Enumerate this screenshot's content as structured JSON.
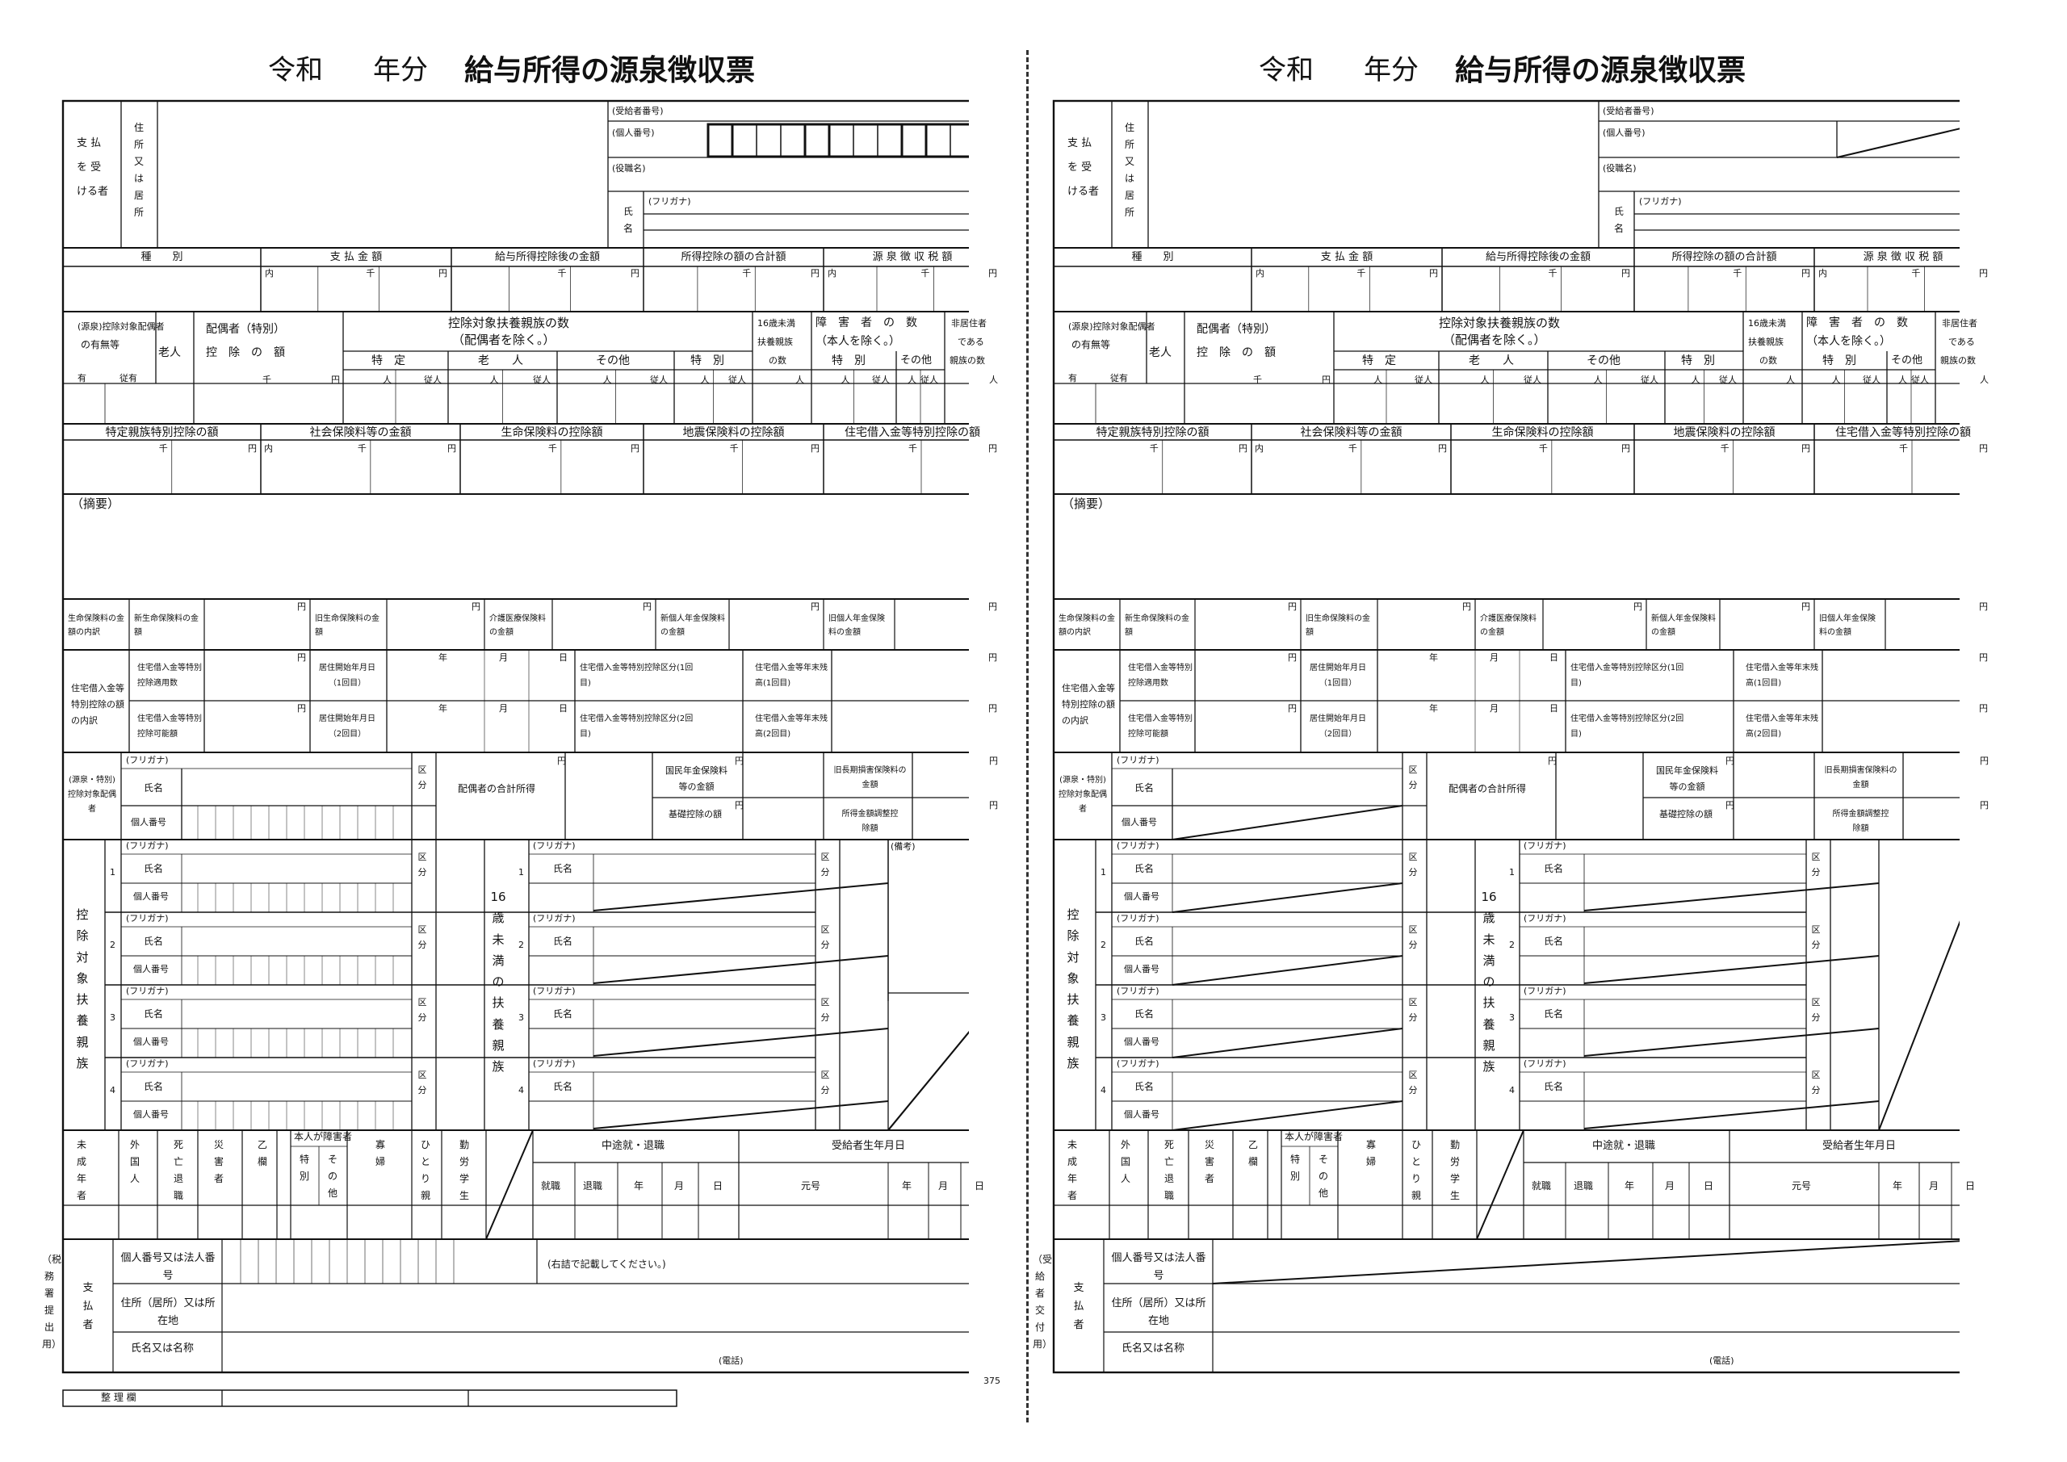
{
  "slips": [
    {
      "title_era": "令和",
      "title_year": "年分",
      "title_main": "給与所得の源泉徴収票",
      "side_label": "（税務署提出用）",
      "page_number": "375",
      "seiri": "整 理 欄"
    },
    {
      "title_era": "令和",
      "title_year": "年分",
      "title_main": "給与所得の源泉徴収票",
      "side_label": "（受給者交付用）",
      "page_number": "",
      "seiri": ""
    }
  ],
  "labels": {
    "recipient": "支 払\nを 受\nける者",
    "address": "住所又は居所",
    "jukyusha_no": "(受給者番号)",
    "kojin_no": "(個人番号)",
    "yakushoku": "(役職名)",
    "furigana": "(フリガナ)",
    "shimei": "氏名",
    "shubetsu": "種　　別",
    "shiharai": "支 払 金 額",
    "kyuyo_shotoku": "給与所得控除後の金額",
    "shotoku_kojo": "所得控除の額の合計額",
    "gensen": "源 泉 徴 収 税 額",
    "uchi": "内",
    "sen": "千",
    "en": "円",
    "nin": "人",
    "jyunin": "従人",
    "kojo_haigusha": "(源泉)控除対象配偶者",
    "umu": "の有無等",
    "rojin": "老人",
    "haigusha_kojo": "配偶者（特別）",
    "kojo_gaku": "控　除　の　額",
    "fuyo_title": "控除対象扶養親族の数",
    "fuyo_sub": "（配偶者を除く。）",
    "tokutei": "特　定",
    "rojin_col": "老　　人",
    "sonota": "その他",
    "u16": "16歳未満",
    "u16b": "扶養親族",
    "u16c": "の数",
    "shogaisha": "障　害　者　の　数",
    "shogaisha_sub": "（本人を除く。）",
    "tokubetsu": "特　別",
    "hikyoju": "非居住者",
    "hikyoju2": "である",
    "hikyoju3": "親族の数",
    "ari": "有",
    "jyuari": "従有",
    "tokutei_shinzoku": "特定親族特別控除の額",
    "shakai": "社会保険料等の金額",
    "seimei": "生命保険料の控除額",
    "jishin": "地震保険料の控除額",
    "jutaku": "住宅借入金等特別控除の額",
    "tekiyo": "（摘要）",
    "shinseimei": "新生命保険料の金額",
    "kyuseimei": "旧生命保険料の金額",
    "kaigo": "介護医療保険料の金額",
    "shinnenkin": "新個人年金保険料の金額",
    "kyunenkin": "旧個人年金保険料の金額",
    "seimei_uchiwake": "生命保険料の金額の内訳",
    "jutaku_uchiwake": "住宅借入金等特別控除の額の内訳",
    "jutaku_tekiyo": "住宅借入金等特別控除適用数",
    "jutaku_kano": "住宅借入金等特別控除可能額",
    "kyoju1": "居住開始年月日（1回目）",
    "kyoju2": "居住開始年月日（2回目）",
    "nen": "年",
    "tsuki": "月",
    "hi": "日",
    "kubun1": "住宅借入金等特別控除区分(1回目)",
    "kubun2": "住宅借入金等特別控除区分(2回目)",
    "zandaka1": "住宅借入金等年末残高(1回目)",
    "zandaka2": "住宅借入金等年末残高(2回目)",
    "haigusha_block": "(源泉・特別)控除対象配偶者",
    "kojin_bango": "個人番号",
    "kubun": "区分",
    "haigusha_gokei": "配偶者の合計所得",
    "kokumin": "国民年金保険料等の金額",
    "kyuchoki": "旧長期損害保険料の金額",
    "kiso": "基礎控除の額",
    "shotoku_chosei": "所得金額調整控除額",
    "kojo_fuyo": "控除対象扶養親族",
    "u16_fuyo": "16歳未満の扶養親族",
    "biko": "(備考)",
    "n1": "1",
    "n2": "2",
    "n3": "3",
    "n4": "4",
    "miseinen": "未成年者",
    "gaikokujin": "外国人",
    "shibo": "死亡退職",
    "saigai": "災害者",
    "otsu": "乙欄",
    "honnin_shogai": "本人が障害者",
    "toku": "特別",
    "sonota_v": "その他",
    "kafu": "寡婦",
    "hitori": "ひとり親",
    "kinro": "勤労学生",
    "chuto": "中途就・退職",
    "jukyusha_seinen": "受給者生年月日",
    "shushoku": "就職",
    "taishoku": "退職",
    "gengo": "元号",
    "shiharaisha": "支払者",
    "kojin_hojin": "個人番号又は法人番号",
    "migitsume": "(右詰で記載してください。)",
    "jusho_kyosho": "住所（居所）又は所在地",
    "shimei_meisho": "氏名又は名称",
    "denwa": "(電話)"
  }
}
